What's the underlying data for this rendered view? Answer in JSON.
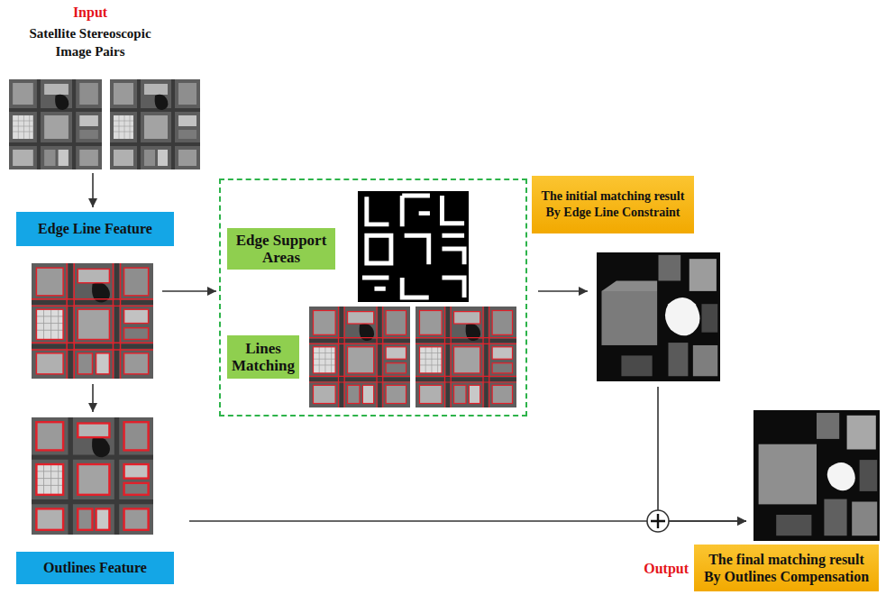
{
  "diagram": {
    "nodes": [
      {
        "text": [
          "Edge Line Feature"
        ]
      },
      {
        "text": []
      },
      {
        "text": [
          "Edge Support Areas"
        ],
        "in": 1
      },
      {
        "text": [
          "Lines Matching"
        ],
        "in": 1
      },
      {
        "text": [
          "The initial matching result By Edge Line Constraint"
        ]
      },
      {
        "text": [
          "Outlines Feature"
        ]
      },
      {
        "text": [
          "The final matching result By Outlines Compensation"
        ]
      }
    ],
    "edges": [
      {
        "from": 0,
        "to": 1,
        "arrow": "to"
      },
      {
        "from": 1,
        "to": 4,
        "arrow": "to"
      },
      {
        "from": 0,
        "to": 5,
        "arrow": "to"
      },
      {
        "from": 4,
        "to": 6,
        "arrow": "to"
      },
      {
        "from": 5,
        "to": 6,
        "arrow": "to"
      }
    ],
    "labels": [
      "Input",
      "Satellite Stereoscopic Image Pairs",
      "Output"
    ]
  }
}
